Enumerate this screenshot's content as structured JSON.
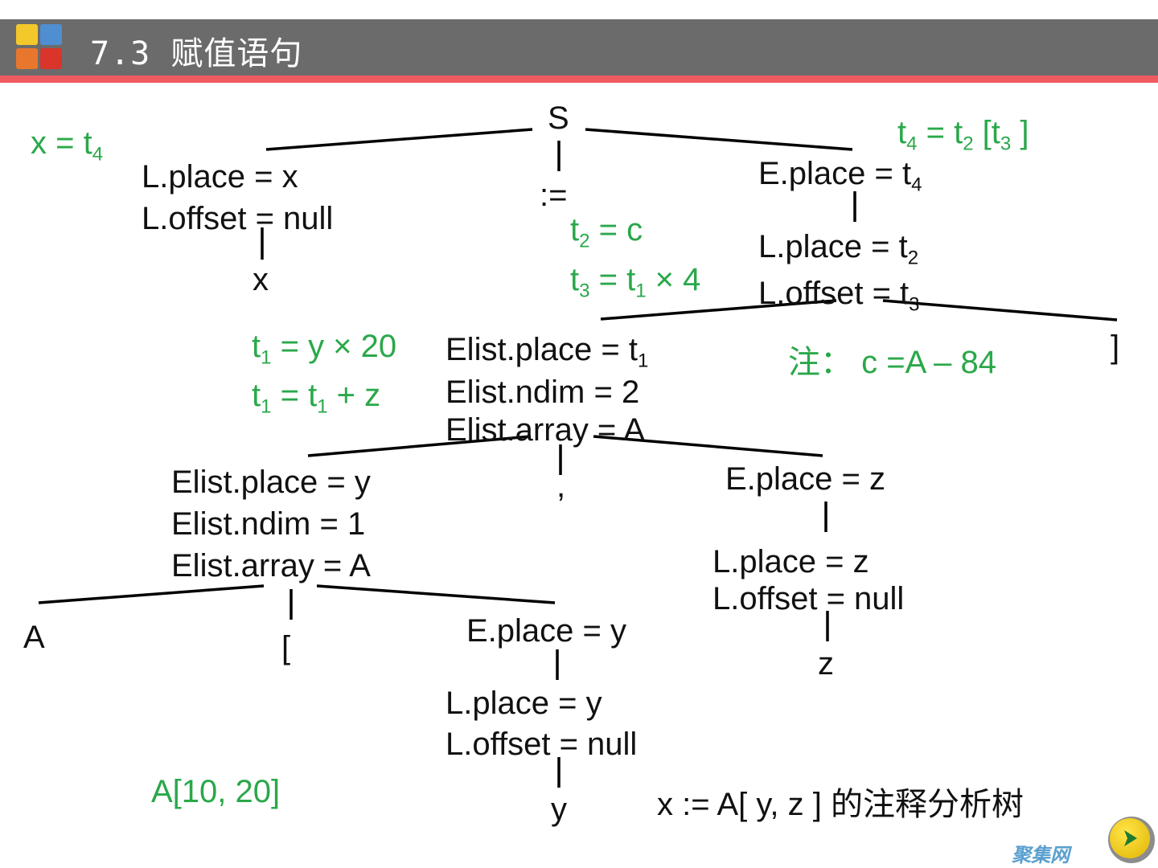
{
  "header": {
    "title": "7.3  赋值语句"
  },
  "tree": {
    "root": "S",
    "assign_op": ":=",
    "left": {
      "place": "L.place = x",
      "offset": "L.offset = null",
      "leaf": "x"
    },
    "right_top": {
      "place": "E.place = t",
      "place_sub": "4"
    },
    "right_l": {
      "place": "L.place = t",
      "place_sub": "2",
      "offset": "L.offset = t",
      "offset_sub": "3",
      "bracket": "]"
    },
    "elist2": {
      "place": "Elist.place = t",
      "place_sub": "1",
      "ndim": "Elist.ndim = 2",
      "array": "Elist.array = A"
    },
    "elist1": {
      "place": "Elist.place = y",
      "ndim": "Elist.ndim = 1",
      "array": "Elist.array = A"
    },
    "comma": ",",
    "ez": {
      "place": "E.place = z",
      "lplace": "L.place = z",
      "loffset": "L.offset = null",
      "leaf": "z"
    },
    "leaf_a": "A",
    "leaf_bracket": "[",
    "ey": {
      "place": "E.place = y",
      "lplace": "L.place = y",
      "loffset": "L.offset = null",
      "leaf": "y"
    }
  },
  "annotations": {
    "x_eq": "x = t",
    "x_eq_sub": "4",
    "t4_a": "t",
    "t4_a_sub": "4",
    "t4_b": " = t",
    "t4_b_sub": "2",
    "t4_c": " [t",
    "t4_c_sub": "3",
    "t4_d": " ]",
    "t2_a": "t",
    "t2_a_sub": "2",
    "t2_b": " = c",
    "t3_a": "t",
    "t3_a_sub": "3",
    "t3_b": " = t",
    "t3_b_sub": "1",
    "t3_c": " × 4",
    "t1a_a": "t",
    "t1a_a_sub": "1",
    "t1a_b": " = y × 20",
    "t1b_a": "t",
    "t1b_a_sub": "1",
    "t1b_b": " = t",
    "t1b_b_sub": "1",
    "t1b_c": " + z",
    "note": "注：  c =A – 84",
    "array_decl": "A[10, 20]"
  },
  "caption": "x := A[ y, z ] 的注释分析树",
  "footer": {
    "watermark": "聚集网"
  },
  "colors": {
    "header": "#6b6b6b",
    "accent": "#ef5a5f",
    "annotation": "#2aa84a",
    "text": "#111111"
  },
  "icons": {
    "logo": "puzzle-logo-icon",
    "next": "next-arrow-icon"
  }
}
